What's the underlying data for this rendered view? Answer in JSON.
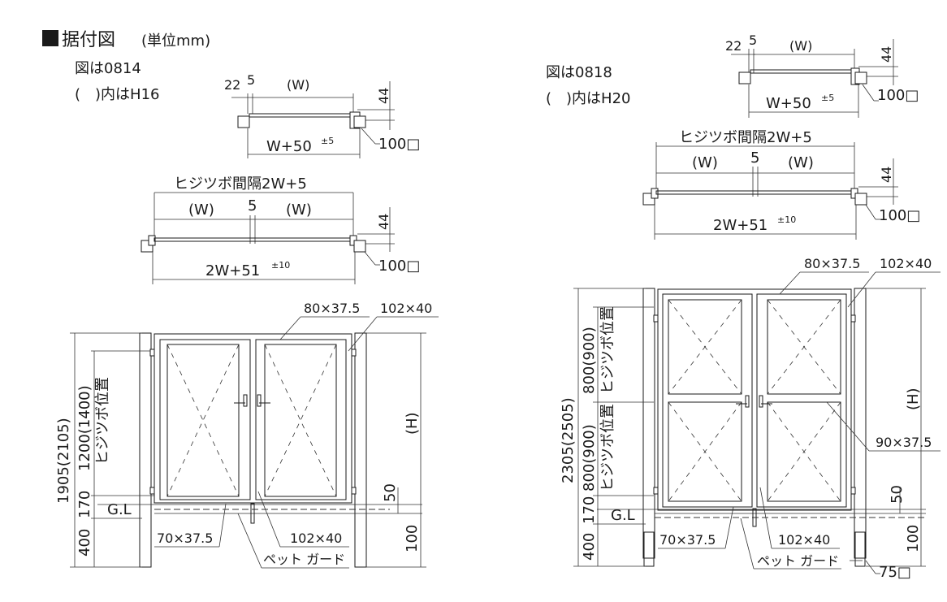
{
  "title": {
    "square": "■",
    "main": "据付図",
    "unit": "(単位mm)"
  },
  "left": {
    "note1": "図は0814",
    "note2": "(　)内はH16",
    "single": {
      "d22": "22",
      "d5": "5",
      "dW": "(W)",
      "d44": "44",
      "dWidth": "W+50",
      "dTol": "±5",
      "post": "100□"
    },
    "double": {
      "hinge": "ヒジツボ間隔2W+5",
      "wl": "(W)",
      "d5": "5",
      "wr": "(W)",
      "d44": "44",
      "width": "2W+51",
      "tol": "±10",
      "post": "100□"
    },
    "elev": {
      "top_left": "80×37.5",
      "top_right": "102×40",
      "total": "1905(2105)",
      "hinge_dim": "1200(1400)",
      "hinge_label": "ヒジツボ位置",
      "d170": "170",
      "d400": "400",
      "gl": "G.L",
      "h": "(H)",
      "d50": "50",
      "d100": "100",
      "bottom": "70×37.5",
      "bottom_post": "102×40",
      "pet": "ペット ガード"
    }
  },
  "right": {
    "note1": "図は0818",
    "note2": "(　)内はH20",
    "single": {
      "d22": "22",
      "d5": "5",
      "dW": "(W)",
      "d44": "44",
      "dWidth": "W+50",
      "dTol": "±5",
      "post": "100□"
    },
    "double": {
      "hinge": "ヒジツボ間隔2W+5",
      "wl": "(W)",
      "d5": "5",
      "wr": "(W)",
      "d44": "44",
      "width": "2W+51",
      "tol": "±10",
      "post": "100□"
    },
    "elev": {
      "top_left": "80×37.5",
      "top_right": "102×40",
      "total": "2305(2505)",
      "upper_dim": "800(900)",
      "upper_label": "ヒジツボ位置",
      "lower_dim": "800(900)",
      "lower_label": "ヒジツボ位置",
      "d170": "170",
      "d400": "400",
      "gl": "G.L",
      "h": "(H)",
      "mid": "90×37.5",
      "d50": "50",
      "d100": "100",
      "bottom": "70×37.5",
      "bottom_post": "102×40",
      "pet": "ペット ガード",
      "foot": "75□"
    }
  }
}
